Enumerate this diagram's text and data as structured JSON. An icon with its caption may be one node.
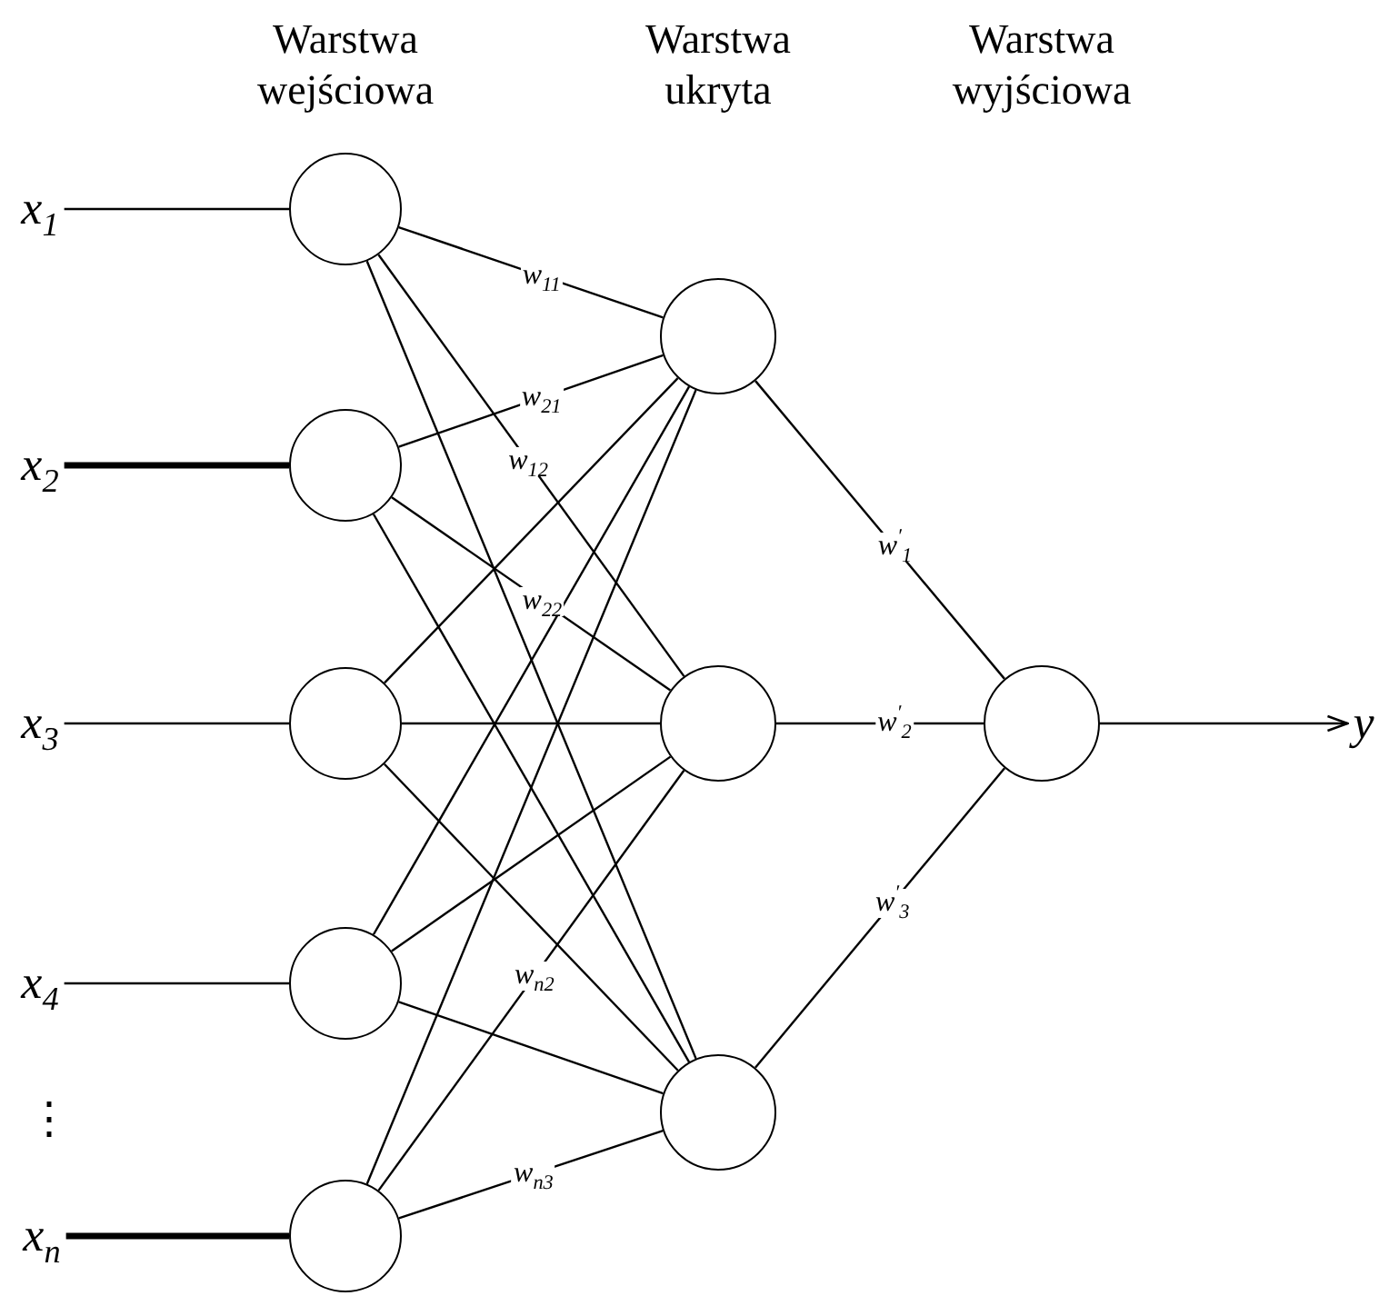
{
  "diagram": {
    "nodes": [
      {
        "text": [
          "x$_{1}$"
        ]
      },
      {
        "text": [
          "x$_{2}$"
        ]
      },
      {
        "text": [
          "x$_{3}$"
        ]
      },
      {
        "text": [
          "x$_{4}$"
        ]
      },
      {
        "text": [
          "x$_{n}$"
        ]
      },
      {
        "text": [],
        "shape": "circle"
      },
      {
        "text": [],
        "shape": "circle"
      },
      {
        "text": [],
        "shape": "circle"
      },
      {
        "text": [],
        "shape": "circle"
      },
      {
        "text": [],
        "shape": "circle"
      },
      {
        "text": [],
        "shape": "circle"
      },
      {
        "text": [],
        "shape": "circle"
      },
      {
        "text": [],
        "shape": "circle"
      },
      {
        "text": [],
        "shape": "circle"
      },
      {
        "text": [
          "y"
        ]
      }
    ],
    "edges": [
      {
        "from": 0,
        "to": 5,
        "arrow": "none"
      },
      {
        "from": 1,
        "to": 6,
        "arrow": "none",
        "style": "thick"
      },
      {
        "from": 2,
        "to": 7,
        "arrow": "none"
      },
      {
        "from": 3,
        "to": 8,
        "arrow": "none"
      },
      {
        "from": 4,
        "to": 9,
        "arrow": "none",
        "style": "thick"
      },
      {
        "from": 5,
        "to": 10,
        "arrow": "none",
        "label": "w$_{11}$"
      },
      {
        "from": 5,
        "to": 11,
        "arrow": "none",
        "label": "w$_{12}$"
      },
      {
        "from": 5,
        "to": 12,
        "arrow": "none"
      },
      {
        "from": 6,
        "to": 10,
        "arrow": "none",
        "label": "w$_{21}$"
      },
      {
        "from": 6,
        "to": 11,
        "arrow": "none",
        "label": "w$_{22}$"
      },
      {
        "from": 6,
        "to": 12,
        "arrow": "none"
      },
      {
        "from": 7,
        "to": 10,
        "arrow": "none"
      },
      {
        "from": 7,
        "to": 11,
        "arrow": "none"
      },
      {
        "from": 7,
        "to": 12,
        "arrow": "none"
      },
      {
        "from": 8,
        "to": 10,
        "arrow": "none"
      },
      {
        "from": 8,
        "to": 11,
        "arrow": "none"
      },
      {
        "from": 8,
        "to": 12,
        "arrow": "none"
      },
      {
        "from": 9,
        "to": 10,
        "arrow": "none"
      },
      {
        "from": 9,
        "to": 11,
        "arrow": "none",
        "label": "w$_{n2}$"
      },
      {
        "from": 9,
        "to": 12,
        "arrow": "none",
        "label": "w$_{n3}$"
      },
      {
        "from": 10,
        "to": 13,
        "arrow": "none",
        "label": "w$^{′}$$_{1}$"
      },
      {
        "from": 11,
        "to": 13,
        "arrow": "none",
        "label": "w$^{′}$$_{2}$"
      },
      {
        "from": 12,
        "to": 13,
        "arrow": "none",
        "label": "w$^{′}$$_{3}$"
      },
      {
        "from": 13,
        "to": 14,
        "arrow": "to"
      }
    ],
    "labels": [
      "Warstwa wejściowa",
      "Warstwa ukryta",
      "Warstwa wyjściowa",
      "⋮"
    ]
  }
}
